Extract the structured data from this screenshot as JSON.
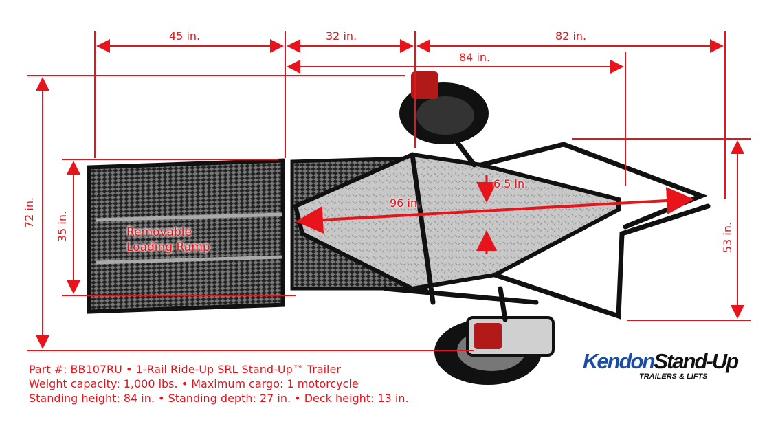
{
  "dimensions": {
    "ramp_length": "45 in.",
    "front_section": "32 in.",
    "tongue_length": "82 in.",
    "overall_84": "84 in.",
    "overall_width": "72 in.",
    "ramp_width": "35 in.",
    "tongue_width": "53 in.",
    "deck_length": "96 in.",
    "deck_gap": "6.5 in."
  },
  "ramp_label": [
    "Removable",
    "Loading Ramp"
  ],
  "specs": [
    "Part #: BB107RU • 1-Rail Ride-Up SRL Stand-Up™ Trailer",
    "Weight capacity: 1,000 lbs. • Maximum cargo: 1 motorcycle",
    "Standing height: 84 in. • Standing depth: 27 in. • Deck height: 13 in."
  ],
  "logo": {
    "brand": "Kendon",
    "product": "Stand-Up",
    "tagline": "TRAILERS & LIFTS"
  },
  "colors": {
    "annotation": "#e8141b",
    "brand_blue": "#1b4ea3"
  }
}
